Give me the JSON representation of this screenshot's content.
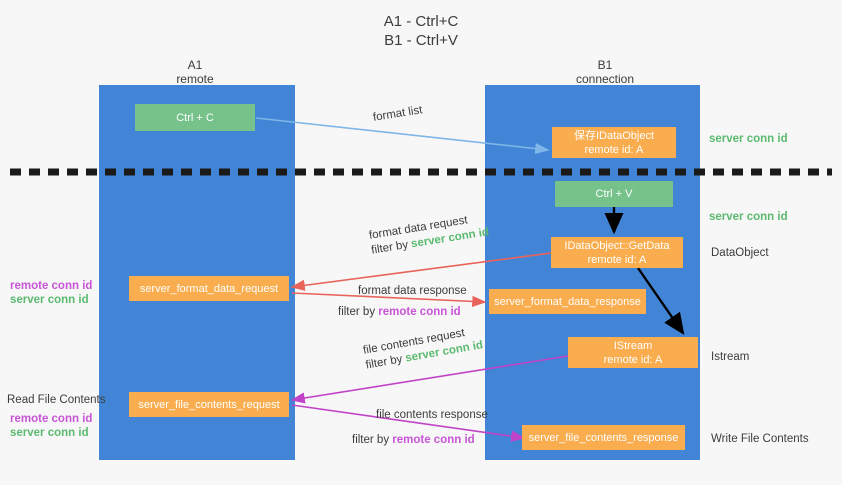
{
  "title": {
    "line1": "A1 - Ctrl+C",
    "line2": "B1 - Ctrl+V"
  },
  "colors": {
    "lane": "#4285d6",
    "green_box": "#76c28a",
    "orange_box": "#f9ad4e",
    "server_conn_id": "#5bba6f",
    "remote_conn_id": "#c755d6",
    "red_arrow": "#e8645a",
    "magenta_arrow": "#c042c8",
    "light_blue_arrow": "#7fb6e8",
    "black_arrow": "#000000",
    "background": "#f7f7f7"
  },
  "columns": [
    {
      "name": "A1",
      "sub": "remote"
    },
    {
      "name": "B1",
      "sub": "connection"
    }
  ],
  "boxes": {
    "ctrl_c": "Ctrl + C",
    "ctrl_v": "Ctrl + V",
    "save_idataobject": {
      "line1": "保存IDataObject",
      "line2": "remote id: A"
    },
    "getdata": {
      "line1": "IDataObject::GetData",
      "line2": "remote id: A"
    },
    "istream": {
      "line1": "IStream",
      "line2": "remote id: A"
    },
    "server_format_data_request": "server_format_data_request",
    "server_format_data_response": "server_format_data_response",
    "server_file_contents_request": "server_file_contents_request",
    "server_file_contents_response": "server_file_contents_response"
  },
  "edge_labels": {
    "format_list": "format list",
    "format_data_request": "format data request",
    "format_data_request_filter_prefix": "filter by ",
    "format_data_request_filter_value": "server conn id",
    "format_data_response": "format data response",
    "format_data_response_filter_prefix": "filter by ",
    "format_data_response_filter_value": "remote conn id",
    "file_contents_request": "file contents request",
    "file_contents_request_filter_prefix": "filter by ",
    "file_contents_request_filter_value": "server conn id",
    "file_contents_response": "file contents response",
    "file_contents_response_filter_prefix": "filter by ",
    "file_contents_response_filter_value": "remote conn id"
  },
  "right_notes": {
    "server_conn_id_top": "server conn id",
    "server_conn_id_mid": "server conn id",
    "dataobject": "DataObject",
    "istream": "Istream",
    "write_file_contents": "Write File Contents"
  },
  "left_notes": {
    "remote_conn_id_1": "remote conn id",
    "server_conn_id_1": "server conn id",
    "read_file_contents": "Read File Contents",
    "remote_conn_id_2": "remote conn id",
    "server_conn_id_2": "server conn id"
  }
}
